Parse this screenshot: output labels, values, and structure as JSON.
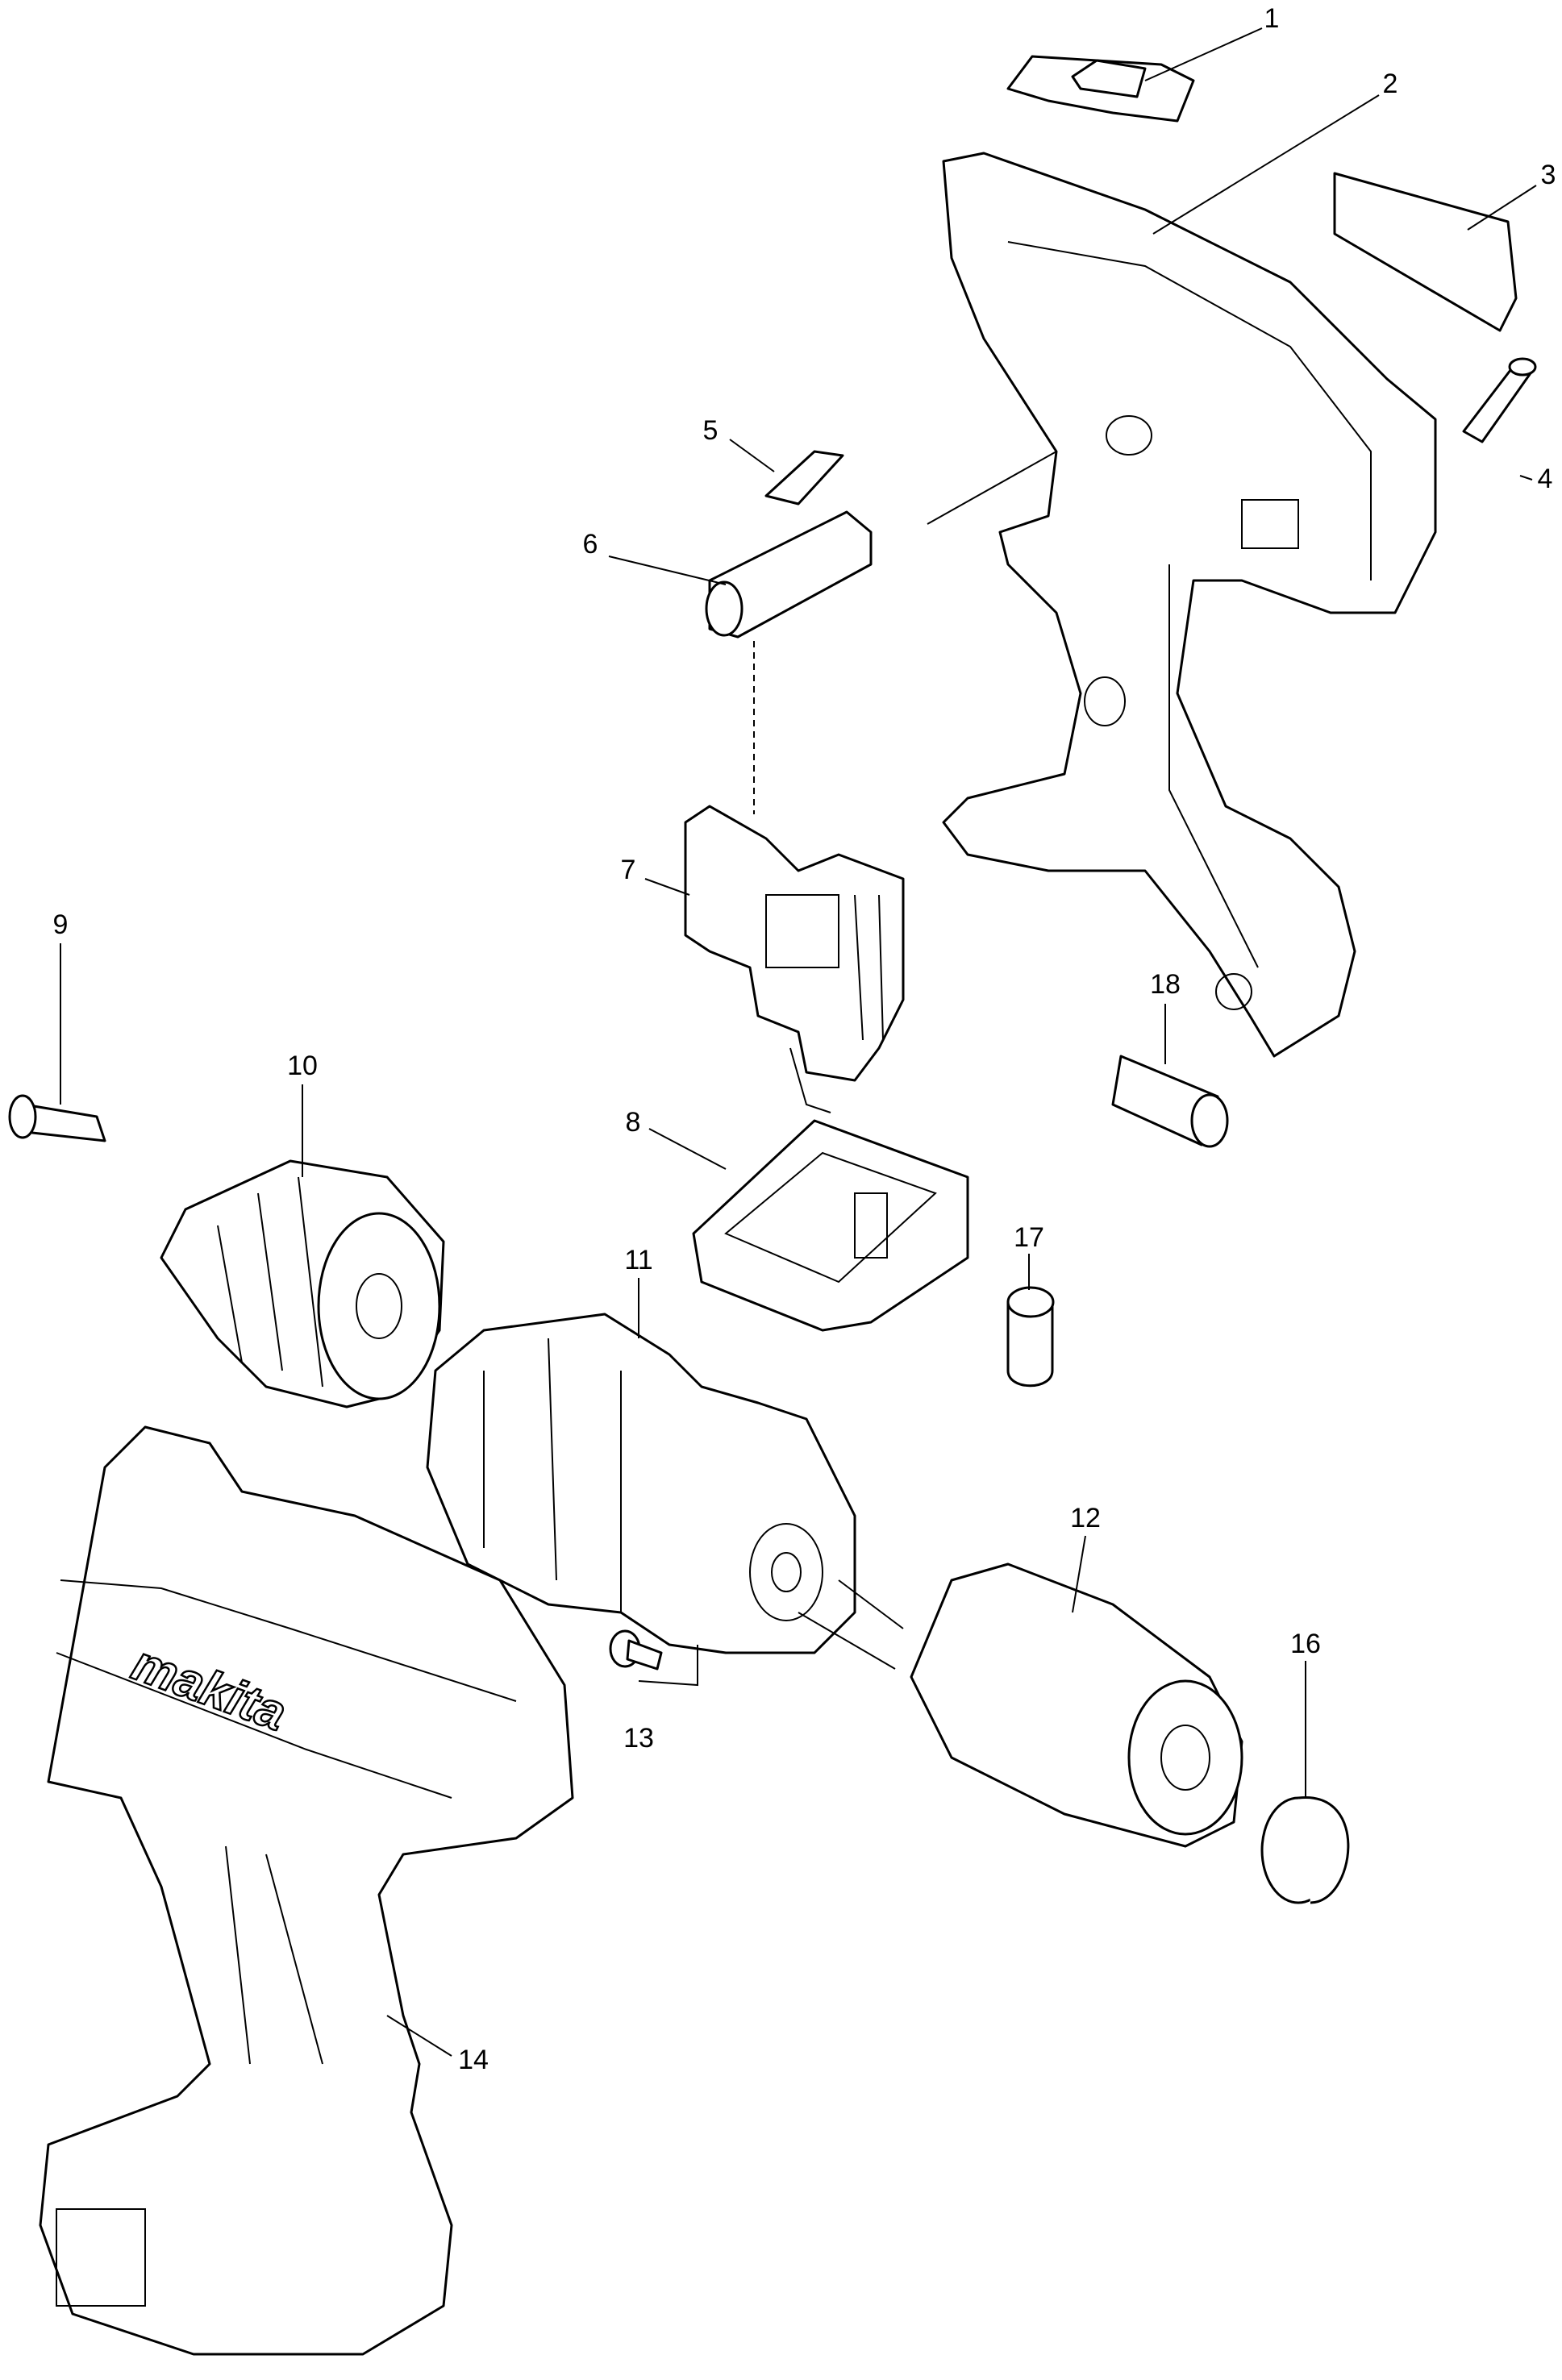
{
  "diagram": {
    "type": "exploded-parts-diagram",
    "brand_logo": "makita",
    "parts": [
      {
        "number": "1"
      },
      {
        "number": "2"
      },
      {
        "number": "3"
      },
      {
        "number": "4"
      },
      {
        "number": "5"
      },
      {
        "number": "6"
      },
      {
        "number": "7"
      },
      {
        "number": "8"
      },
      {
        "number": "9"
      },
      {
        "number": "10"
      },
      {
        "number": "11"
      },
      {
        "number": "12"
      },
      {
        "number": "13"
      },
      {
        "number": "14"
      },
      {
        "number": "16"
      },
      {
        "number": "17"
      },
      {
        "number": "18"
      }
    ]
  }
}
